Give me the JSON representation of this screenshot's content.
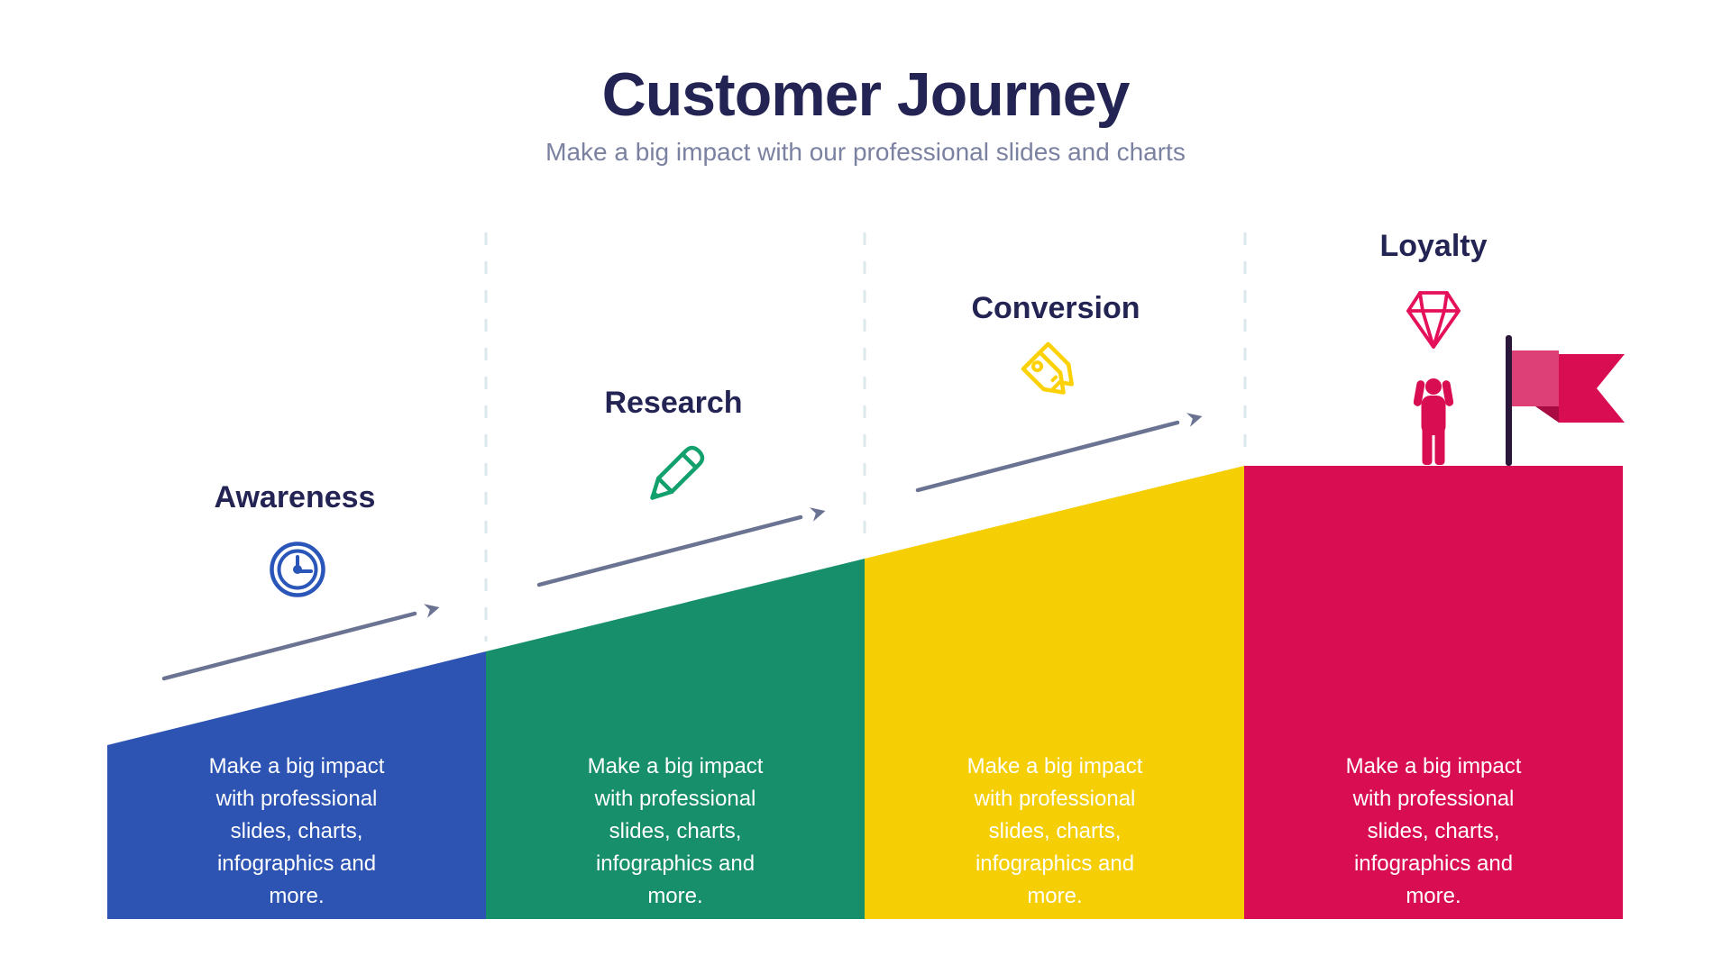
{
  "slide": {
    "title": "Customer Journey",
    "subtitle": "Make a big impact with our professional slides and charts"
  },
  "stages": [
    {
      "label": "Awareness",
      "icon": "clock-icon",
      "color": "#2d54b3",
      "description": "Make a big impact with professional slides, charts, infographics and more."
    },
    {
      "label": "Research",
      "icon": "pencil-icon",
      "color": "#178f6b",
      "description": "Make a big impact with professional slides, charts, infographics and more."
    },
    {
      "label": "Conversion",
      "icon": "price-tag-icon",
      "color": "#f5ce04",
      "description": "Make a big impact with professional slides, charts, infographics and more."
    },
    {
      "label": "Loyalty",
      "icon": "diamond-icon",
      "color": "#d90d52",
      "description": "Make a big impact with professional slides, charts, infographics and more."
    }
  ],
  "colors": {
    "title": "#232453",
    "subtitle": "#7b81a0",
    "label": "#232453",
    "description_text": "#ffffff",
    "arrow": "#6b7392",
    "dashed_line": "#dce9ec",
    "clock_icon": "#2956b8",
    "pencil_icon": "#12a16c",
    "tag_icon": "#fcd107",
    "diamond_icon": "#e5105a",
    "person": "#d90e52",
    "flag_pole": "#2a1638",
    "flag_inner": "#dd3f77",
    "flag_shadow": "#a80c42",
    "flag_banner": "#d90e52"
  }
}
